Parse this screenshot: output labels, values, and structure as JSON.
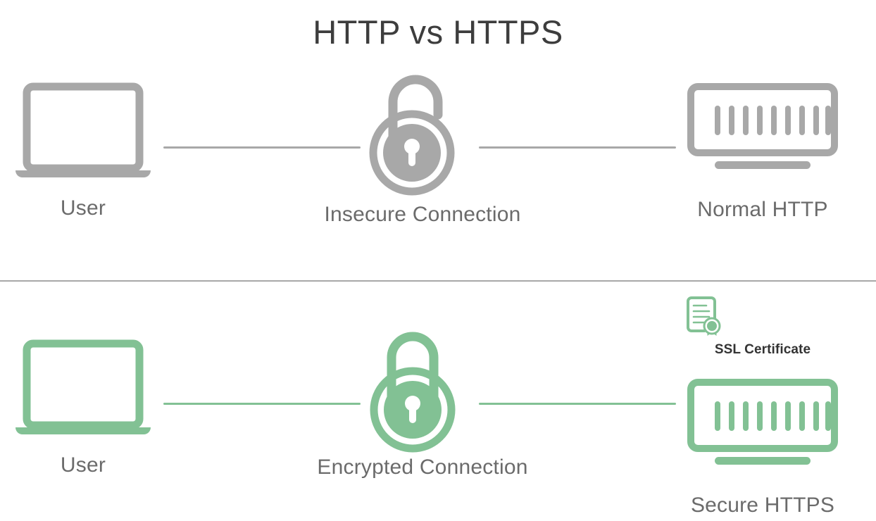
{
  "page": {
    "title": "HTTP vs HTTPS",
    "background": "#ffffff"
  },
  "colors": {
    "insecure": "#a8a8a8",
    "secure": "#82c194",
    "title_text": "#3d3d3d",
    "caption_text": "#6b6b6b",
    "badge_text": "#333333"
  },
  "rows": [
    {
      "id": "http",
      "color": "#a8a8a8",
      "nodes": [
        {
          "id": "user",
          "icon": "laptop-icon",
          "label": "User"
        },
        {
          "id": "conn",
          "icon": "padlock-open-icon",
          "label": "Insecure Connection"
        },
        {
          "id": "server",
          "icon": "server-icon",
          "label": "Normal HTTP"
        }
      ],
      "connectors": [
        {
          "id": "user-to-lock",
          "style": "solid"
        },
        {
          "id": "lock-to-server",
          "style": "solid"
        }
      ]
    },
    {
      "id": "https",
      "color": "#82c194",
      "nodes": [
        {
          "id": "user",
          "icon": "laptop-icon",
          "label": "User"
        },
        {
          "id": "conn",
          "icon": "padlock-closed-icon",
          "label": "Encrypted Connection"
        },
        {
          "id": "server",
          "icon": "server-icon",
          "label": "Secure HTTPS"
        }
      ],
      "connectors": [
        {
          "id": "user-to-lock",
          "style": "solid"
        },
        {
          "id": "lock-to-server",
          "style": "solid"
        }
      ],
      "badge": {
        "icon": "certificate-seal-icon",
        "label": "SSL Certificate"
      }
    }
  ],
  "server_icon": {
    "bar_count": 9
  },
  "divider": {
    "color": "#a8a8a8"
  }
}
